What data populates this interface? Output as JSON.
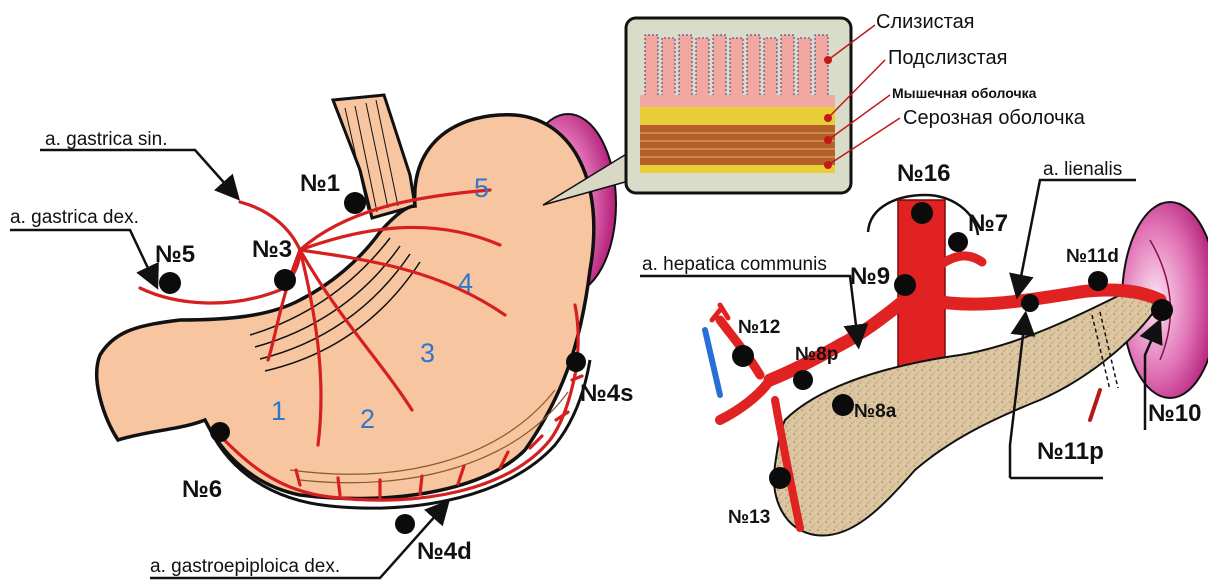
{
  "arteries": {
    "gastrica_sin": "a. gastrica sin.",
    "gastrica_dex": "a. gastrica dex.",
    "gastroepiploica_dex": "a. gastroepiploica dex.",
    "hepatica_communis": "a. hepatica communis",
    "lienalis": "a. lienalis"
  },
  "stomach_nodes": {
    "n1": "№1",
    "n3": "№3",
    "n5": "№5",
    "n6": "№6",
    "n4s": "№4s",
    "n4d": "№4d"
  },
  "pancreas_nodes": {
    "n16": "№16",
    "n7": "№7",
    "n9": "№9",
    "n11d": "№11d",
    "n12": "№12",
    "n8p": "№8p",
    "n8a": "№8a",
    "n10": "№10",
    "n11p": "№11p",
    "n13": "№13"
  },
  "zones": [
    "1",
    "2",
    "3",
    "4",
    "5"
  ],
  "wall_layers": {
    "mucosa": "Слизистая",
    "submucosa": "Подслизстая",
    "muscular": "Мышечная оболочка",
    "serosa": "Серозная оболочка"
  },
  "colors": {
    "stomach": "#f7c59f",
    "artery": "#d62020",
    "node": "#0b0b0b",
    "spleen": "#c2157f",
    "pancreas": "#dcc6a2",
    "zone_number": "#2f78c9"
  }
}
